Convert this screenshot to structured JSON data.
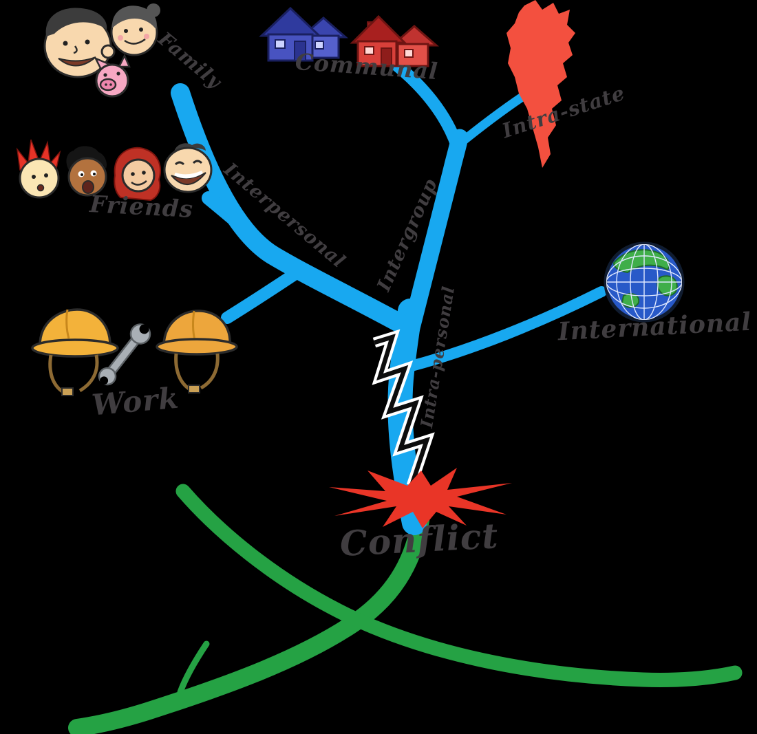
{
  "title": "Conflict mind map",
  "colors": {
    "background": "#000000",
    "branch_blue": "#18a8f0",
    "root_green": "#25a244",
    "burst_red": "#e93527",
    "state_red": "#f3503f",
    "ink": "#403d40",
    "bolt_black": "#0d0d0d",
    "bolt_outline": "#ffffff"
  },
  "center": {
    "label": "Conflict"
  },
  "nodes": {
    "family": {
      "label": "Family"
    },
    "friends": {
      "label": "Friends"
    },
    "work": {
      "label": "Work"
    },
    "interpersonal": {
      "label": "Interpersonal"
    },
    "intergroup": {
      "label": "Intergroup"
    },
    "intrapersonal": {
      "label": "Intra-personal"
    },
    "communal": {
      "label": "Communal"
    },
    "intrastate": {
      "label": "Intra-state"
    },
    "international": {
      "label": "International"
    }
  },
  "icons": {
    "family": "family-faces-icon",
    "friends": "friends-faces-icon",
    "work": "hard-hats-wrench-icon",
    "communal": "houses-icon",
    "intrastate": "country-map-icon",
    "international": "globe-icon",
    "conflict": "explosion-burst-icon",
    "intrapersonal": "lightning-bolt-icon"
  }
}
